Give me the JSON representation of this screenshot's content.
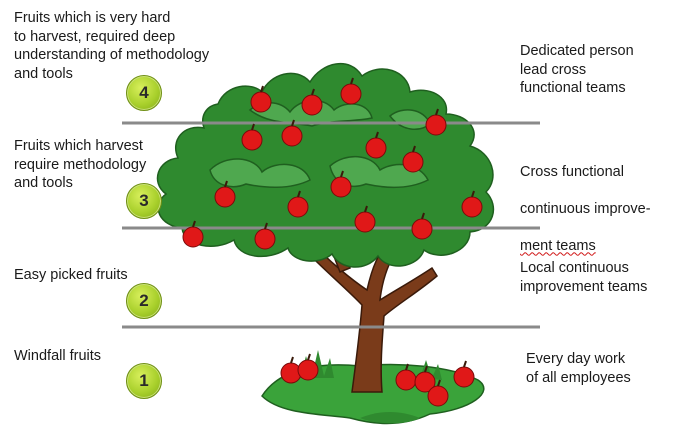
{
  "levels": [
    {
      "badge": "4",
      "left_text": "Fruits which is very hard\nto harvest, required deep\nunderstanding of methodology\nand tools",
      "right_text": "Dedicated person\nlead cross\nfunctional teams"
    },
    {
      "badge": "3",
      "left_text": "Fruits which harvest\nrequire methodology\nand tools",
      "right_text_lines": [
        "Cross functional",
        "continuous improve-",
        "ment teams"
      ]
    },
    {
      "badge": "2",
      "left_text": "Easy picked fruits",
      "right_text": "Local continuous\nimprovement teams"
    },
    {
      "badge": "1",
      "left_text": "Windfall fruits",
      "right_text": "Every day work\nof all employees"
    }
  ],
  "colors": {
    "line": "#8a8a8a",
    "foliage": "#2f8a2f",
    "foliage_dark": "#1f5f1f",
    "trunk": "#7a3b1a",
    "apple": "#e01818",
    "grass": "#3aa33a",
    "badge": "#a9d02c"
  }
}
